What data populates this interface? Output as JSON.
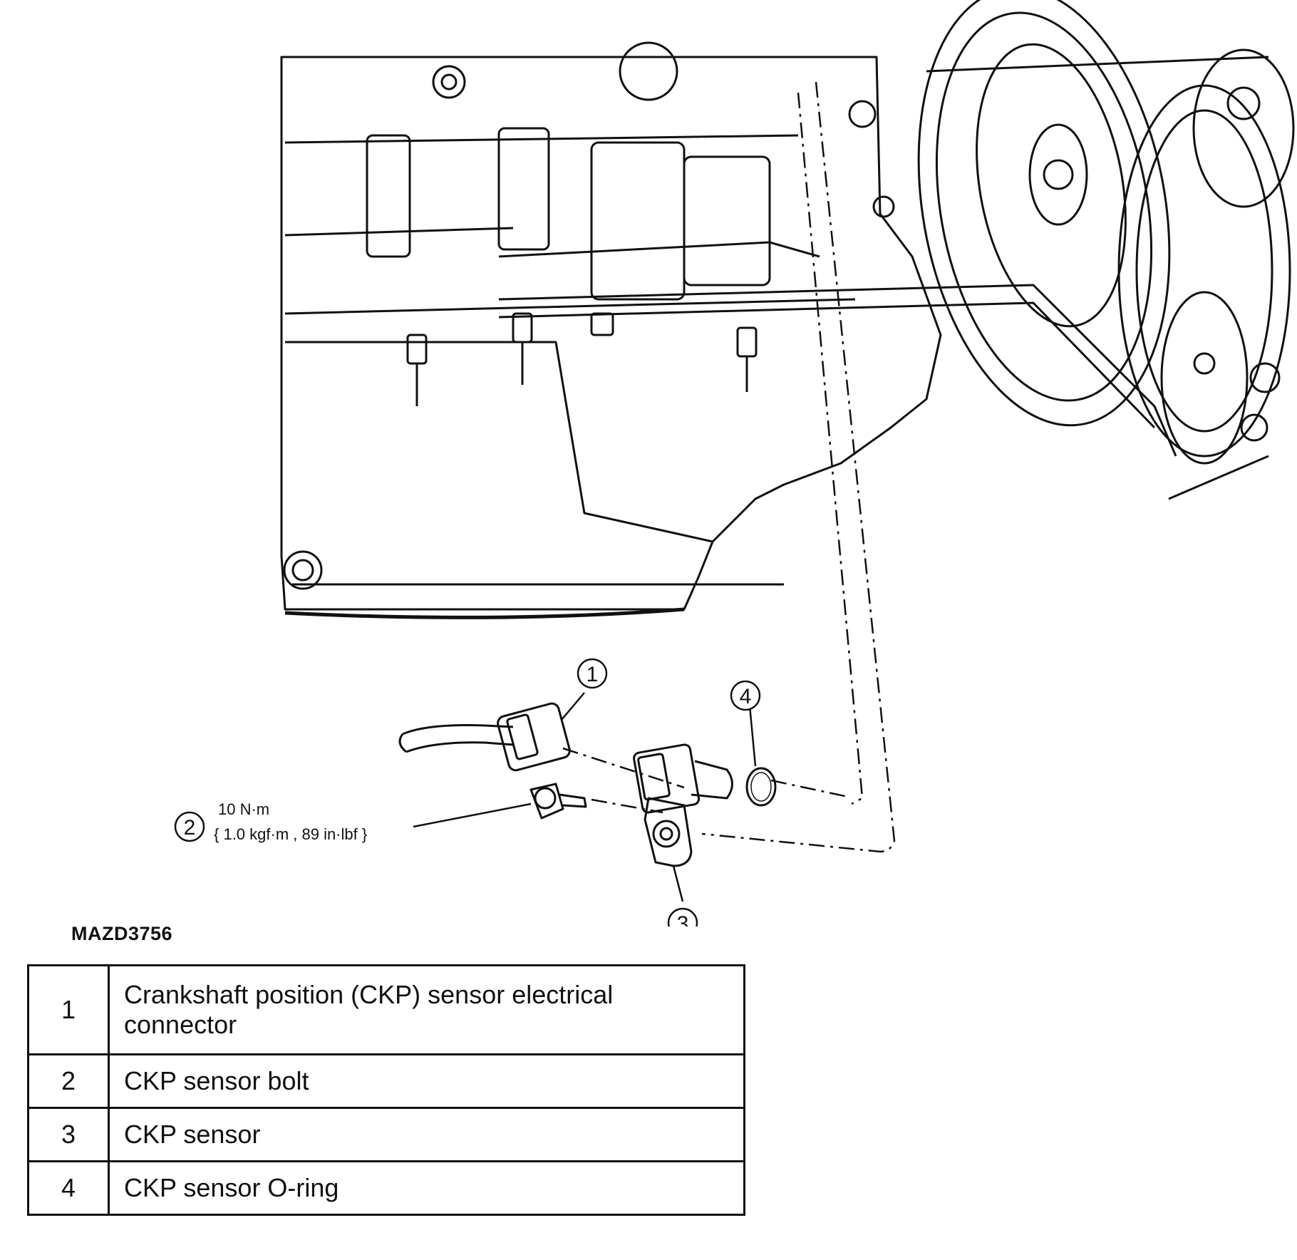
{
  "figure": {
    "id": "MAZD3756",
    "callouts": [
      {
        "number": "1"
      },
      {
        "number": "2"
      },
      {
        "number": "3"
      },
      {
        "number": "4"
      }
    ],
    "torque_spec": {
      "line1": "10 N·m",
      "line2": "{ 1.0 kgf·m , 89 in·lbf }"
    }
  },
  "legend": [
    {
      "number": "1",
      "description": "Crankshaft position (CKP) sensor electrical connector"
    },
    {
      "number": "2",
      "description": "CKP sensor bolt"
    },
    {
      "number": "3",
      "description": "CKP sensor"
    },
    {
      "number": "4",
      "description": "CKP sensor O-ring"
    }
  ]
}
